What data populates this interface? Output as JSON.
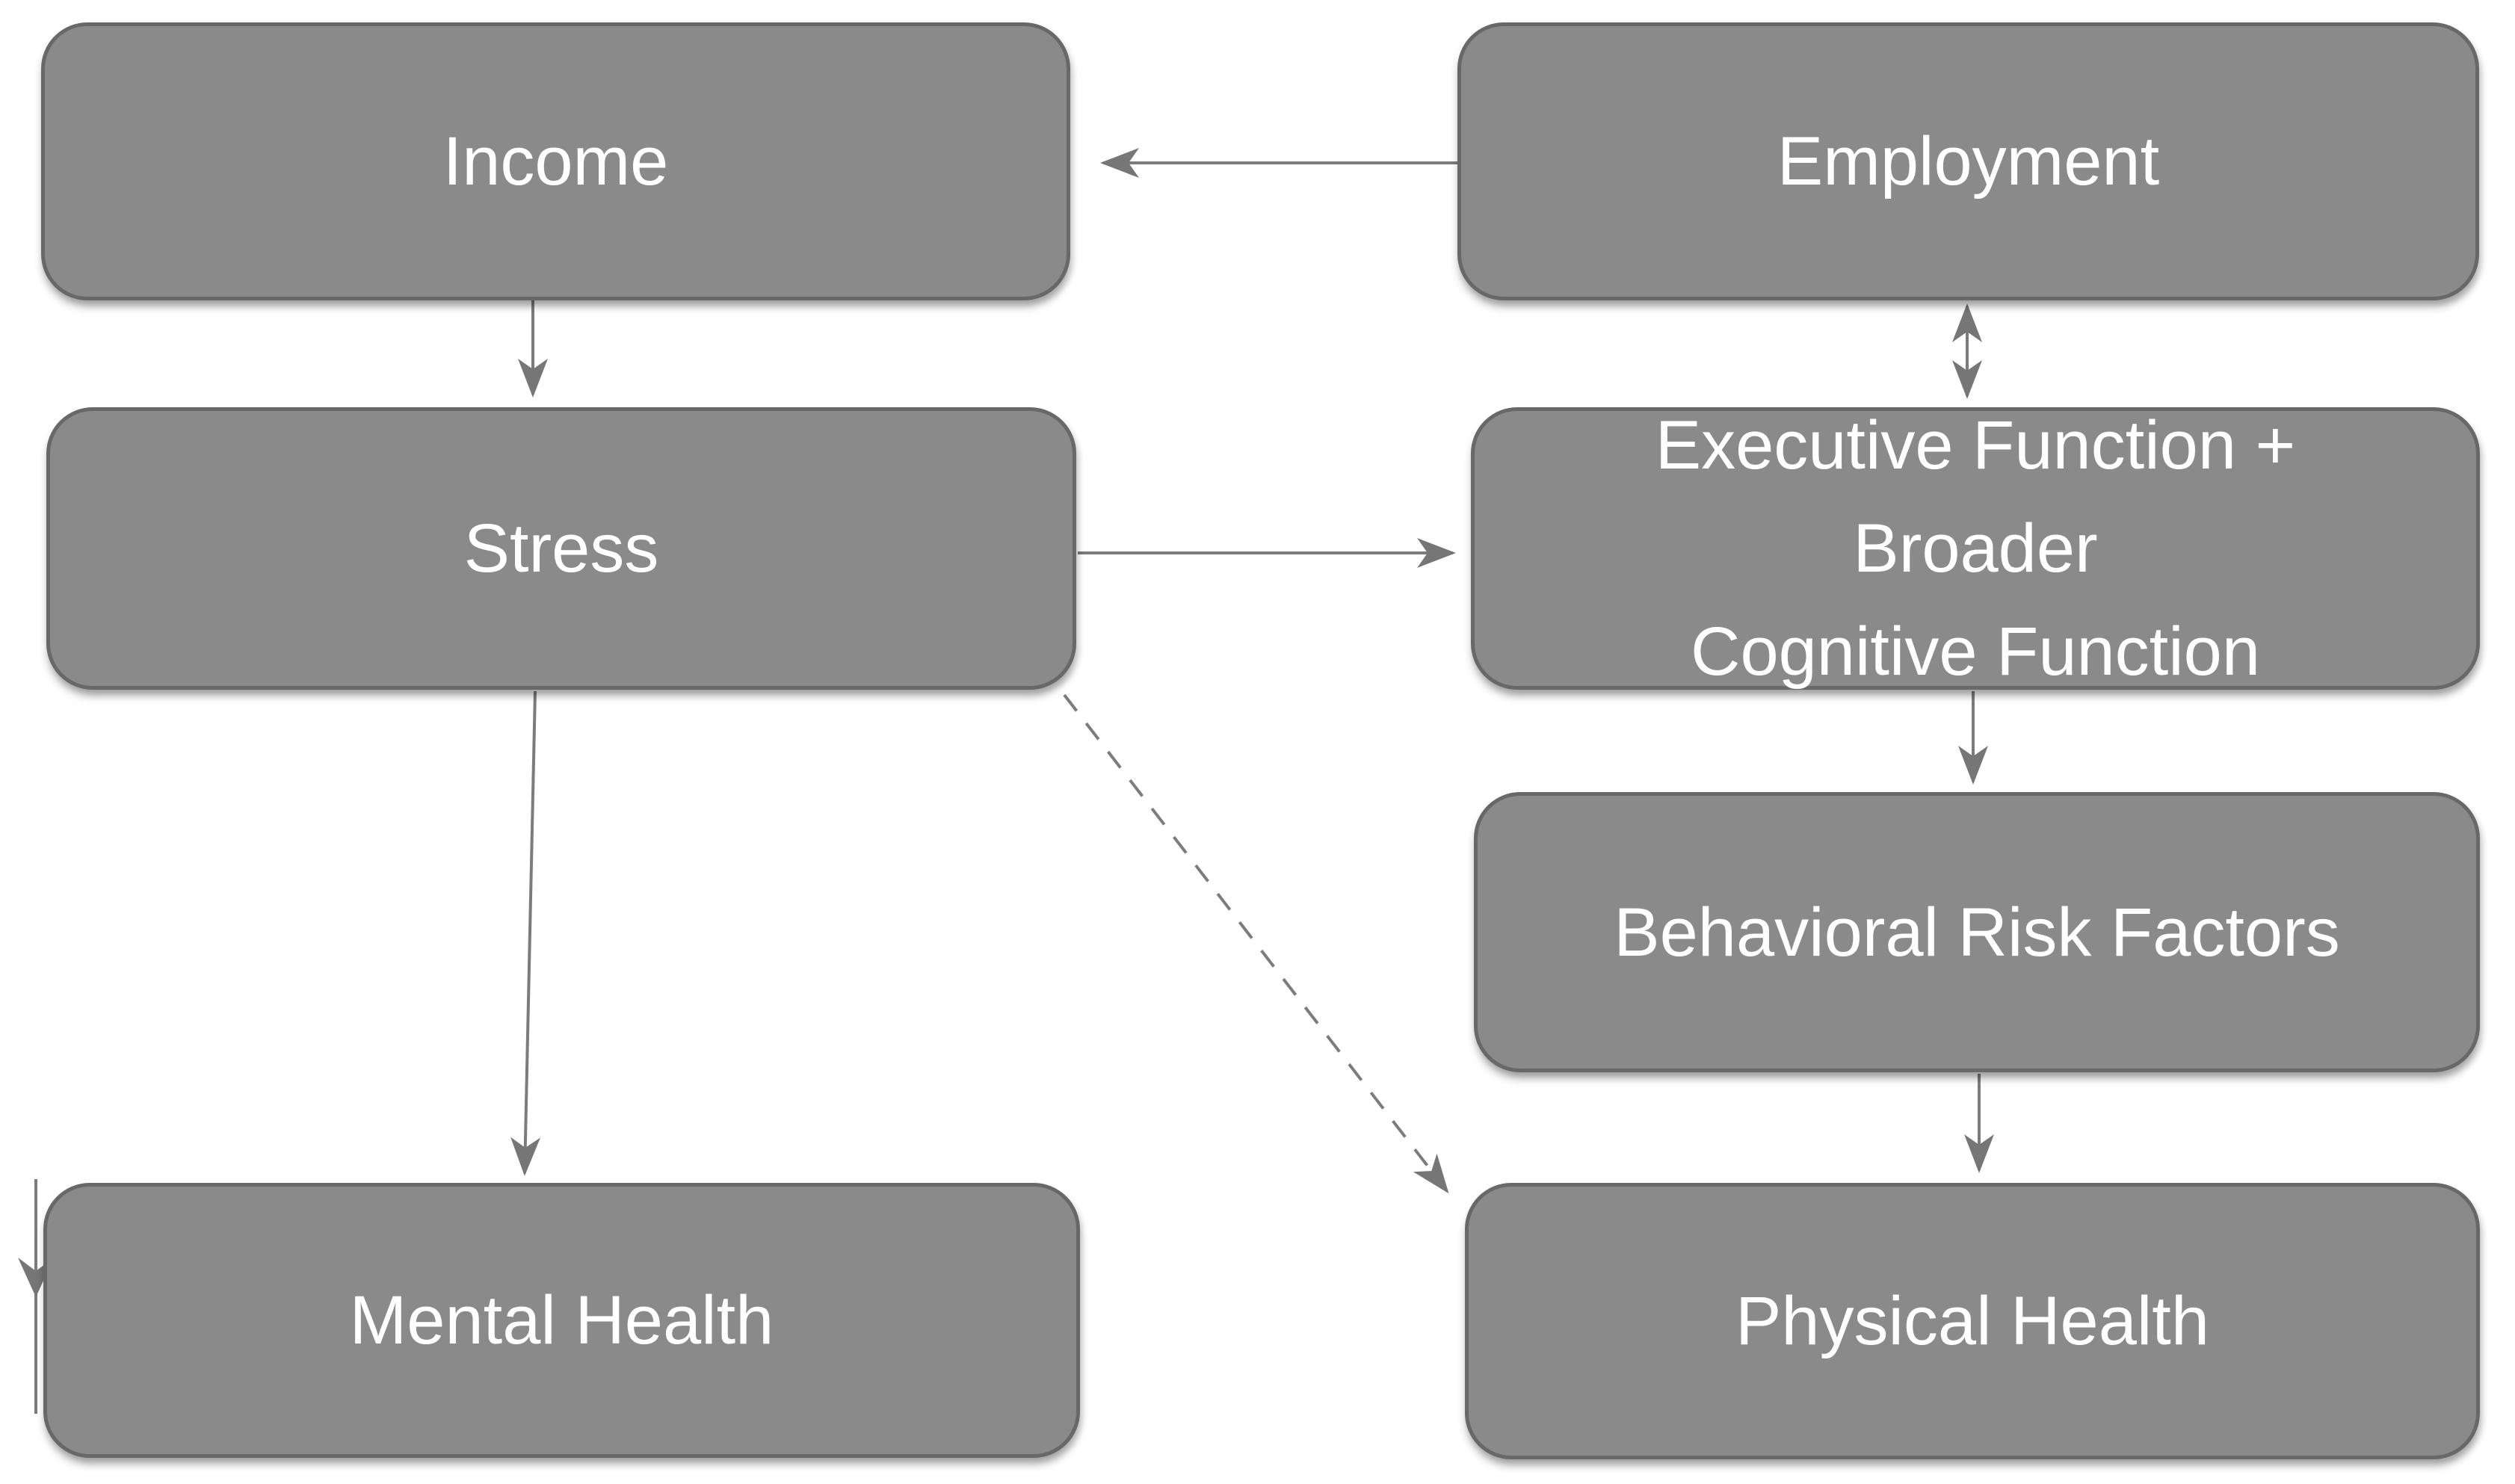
{
  "figure": {
    "node_fill": "#8a8a8a",
    "node_border": "#686868",
    "text_color": "#ffffff",
    "arrow_color": "#7c7c7c",
    "background": "#ffffff"
  },
  "nodes": {
    "income": {
      "label": "Income"
    },
    "employment": {
      "label": "Employment"
    },
    "stress": {
      "label": "Stress"
    },
    "executive": {
      "label": "Executive Function + Broader Cognitive Function",
      "label_lines": [
        "Executive Function + Broader",
        "Cognitive Function"
      ]
    },
    "behavioral": {
      "label": "Behavioral Risk Factors"
    },
    "mental": {
      "label": "Mental Health"
    },
    "physical": {
      "label": "Physical Health"
    }
  },
  "edges": [
    {
      "from": "Employment",
      "to": "Income",
      "style": "solid",
      "arrows": "single"
    },
    {
      "from": "Income",
      "to": "Stress",
      "style": "solid",
      "arrows": "single"
    },
    {
      "from": "Employment",
      "to": "Executive Function + Broader Cognitive Function",
      "style": "solid",
      "arrows": "double"
    },
    {
      "from": "Stress",
      "to": "Executive Function + Broader Cognitive Function",
      "style": "solid",
      "arrows": "single"
    },
    {
      "from": "Executive Function + Broader Cognitive Function",
      "to": "Behavioral Risk Factors",
      "style": "solid",
      "arrows": "single"
    },
    {
      "from": "Behavioral Risk Factors",
      "to": "Physical Health",
      "style": "solid",
      "arrows": "single"
    },
    {
      "from": "Stress",
      "to": "Mental Health",
      "style": "solid",
      "arrows": "single"
    },
    {
      "from": "Stress",
      "to": "Physical Health",
      "style": "dashed",
      "arrows": "single"
    }
  ]
}
